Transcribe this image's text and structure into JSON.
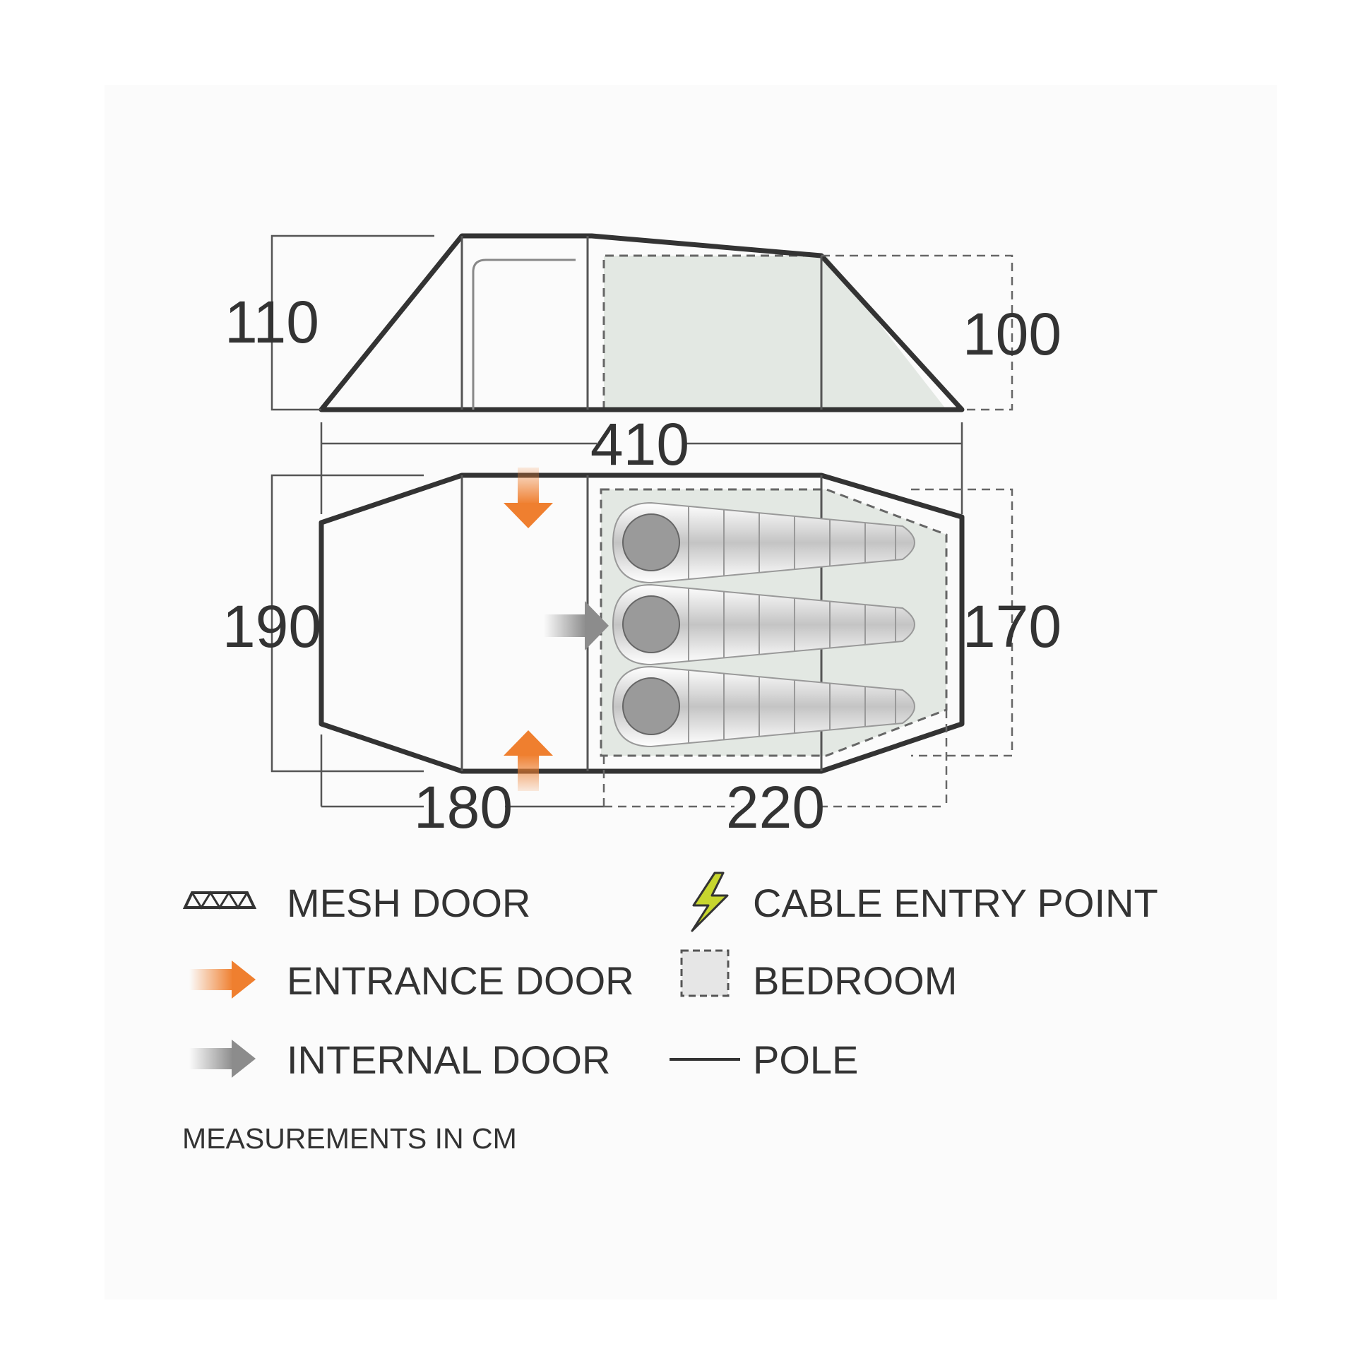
{
  "dimensions": {
    "side_left_height": "110",
    "side_right_height": "100",
    "total_length": "410",
    "floor_width": "190",
    "bedroom_width": "170",
    "porch_length": "180",
    "bedroom_length": "220"
  },
  "legend": {
    "mesh_door": "MESH DOOR",
    "entrance_door": "ENTRANCE DOOR",
    "internal_door": "INTERNAL DOOR",
    "cable_entry_point": "CABLE ENTRY POINT",
    "bedroom": "BEDROOM",
    "pole": "POLE"
  },
  "note": "MEASUREMENTS IN CM",
  "colors": {
    "outline": "#333333",
    "entrance_arrow": "#ef7f2f",
    "internal_arrow": "#8c8c8c",
    "bedroom_fill": "#e3e8e3",
    "cable_icon": "#c7d62e",
    "background": "#fbfbfb"
  },
  "sleeping_bags": 3
}
